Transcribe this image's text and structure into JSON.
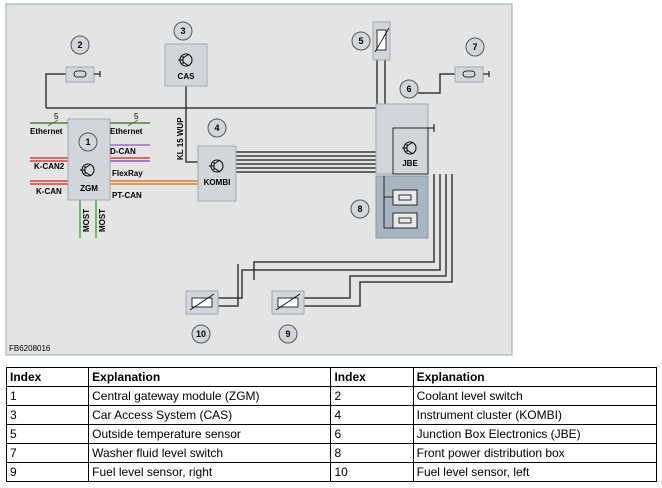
{
  "figure_code": "FB6208016",
  "diagram": {
    "modules": {
      "zgm": {
        "number": "1",
        "label": "ZGM"
      },
      "cas": {
        "number": "3",
        "label": "CAS"
      },
      "kombi": {
        "number": "4",
        "label": "KOMBI"
      },
      "jbe": {
        "number": "6",
        "label": "JBE"
      }
    },
    "callouts": {
      "n2": "2",
      "n5": "5",
      "n7": "7",
      "n8": "8",
      "n9": "9",
      "n10": "10"
    },
    "bus_labels": {
      "ethernet_left": "Ethernet",
      "ethernet_right": "Ethernet",
      "five_left": "5",
      "five_right": "5",
      "d_can": "D-CAN",
      "k_can2": "K-CAN2",
      "flexray": "FlexRay",
      "k_can": "K-CAN",
      "pt_can": "PT-CAN",
      "most_left": "MOST",
      "most_right": "MOST",
      "kl15": "KL 15 WUP"
    }
  },
  "legend": {
    "headers": [
      "Index",
      "Explanation",
      "Index",
      "Explanation"
    ],
    "rows": [
      {
        "i1": "1",
        "e1": "Central gateway module (ZGM)",
        "i2": "2",
        "e2": "Coolant level switch"
      },
      {
        "i1": "3",
        "e1": "Car Access System (CAS)",
        "i2": "4",
        "e2": "Instrument cluster (KOMBI)"
      },
      {
        "i1": "5",
        "e1": "Outside temperature sensor",
        "i2": "6",
        "e2": "Junction Box Electronics (JBE)"
      },
      {
        "i1": "7",
        "e1": "Washer fluid level switch",
        "i2": "8",
        "e2": "Front power distribution box"
      },
      {
        "i1": "9",
        "e1": "Fuel level sensor, right",
        "i2": "10",
        "e2": "Fuel level sensor, left"
      }
    ]
  },
  "colors": {
    "panel_bg": "#e4e4e4",
    "panel_border": "#a8b4c4",
    "module_fill": "#d2d6da",
    "callout_fill": "#d2d6da",
    "wire": "#3a3a3a",
    "ethernet": "#4f7f3f",
    "can_red": "#d64040",
    "flexray_purple": "#8b55b6",
    "d_can_purple": "#9c6bc9",
    "pt_can_orange": "#dd7a2a",
    "most_green": "#4caf50",
    "power_box": "#a9b5c0"
  }
}
